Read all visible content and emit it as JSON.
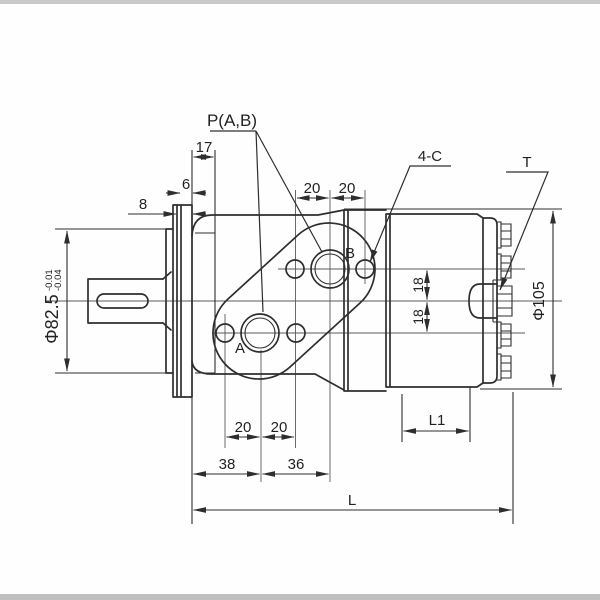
{
  "drawing": {
    "callouts": {
      "ports": "P(A,B)",
      "corner_holes": "4-C",
      "check_plug": "T",
      "port_a": "A",
      "port_b": "B"
    },
    "dims": {
      "d17": "17",
      "d6": "6",
      "d8": "8",
      "top20a": "20",
      "top20b": "20",
      "bot20a": "20",
      "bot20b": "20",
      "v18a": "18",
      "v18b": "18",
      "d38": "38",
      "d36": "36",
      "l1": "L1",
      "l": "L",
      "shaft_pilot_dia": "Φ82.5",
      "tol_hi": "-0.01",
      "tol_lo": "-0.04",
      "body_dia": "Φ105"
    },
    "colors": {
      "line": "#2e2e2e",
      "background": "#fefefe",
      "scan_edge_top": "#c9c9c9",
      "scan_edge_bottom": "#bfbfbf"
    }
  }
}
